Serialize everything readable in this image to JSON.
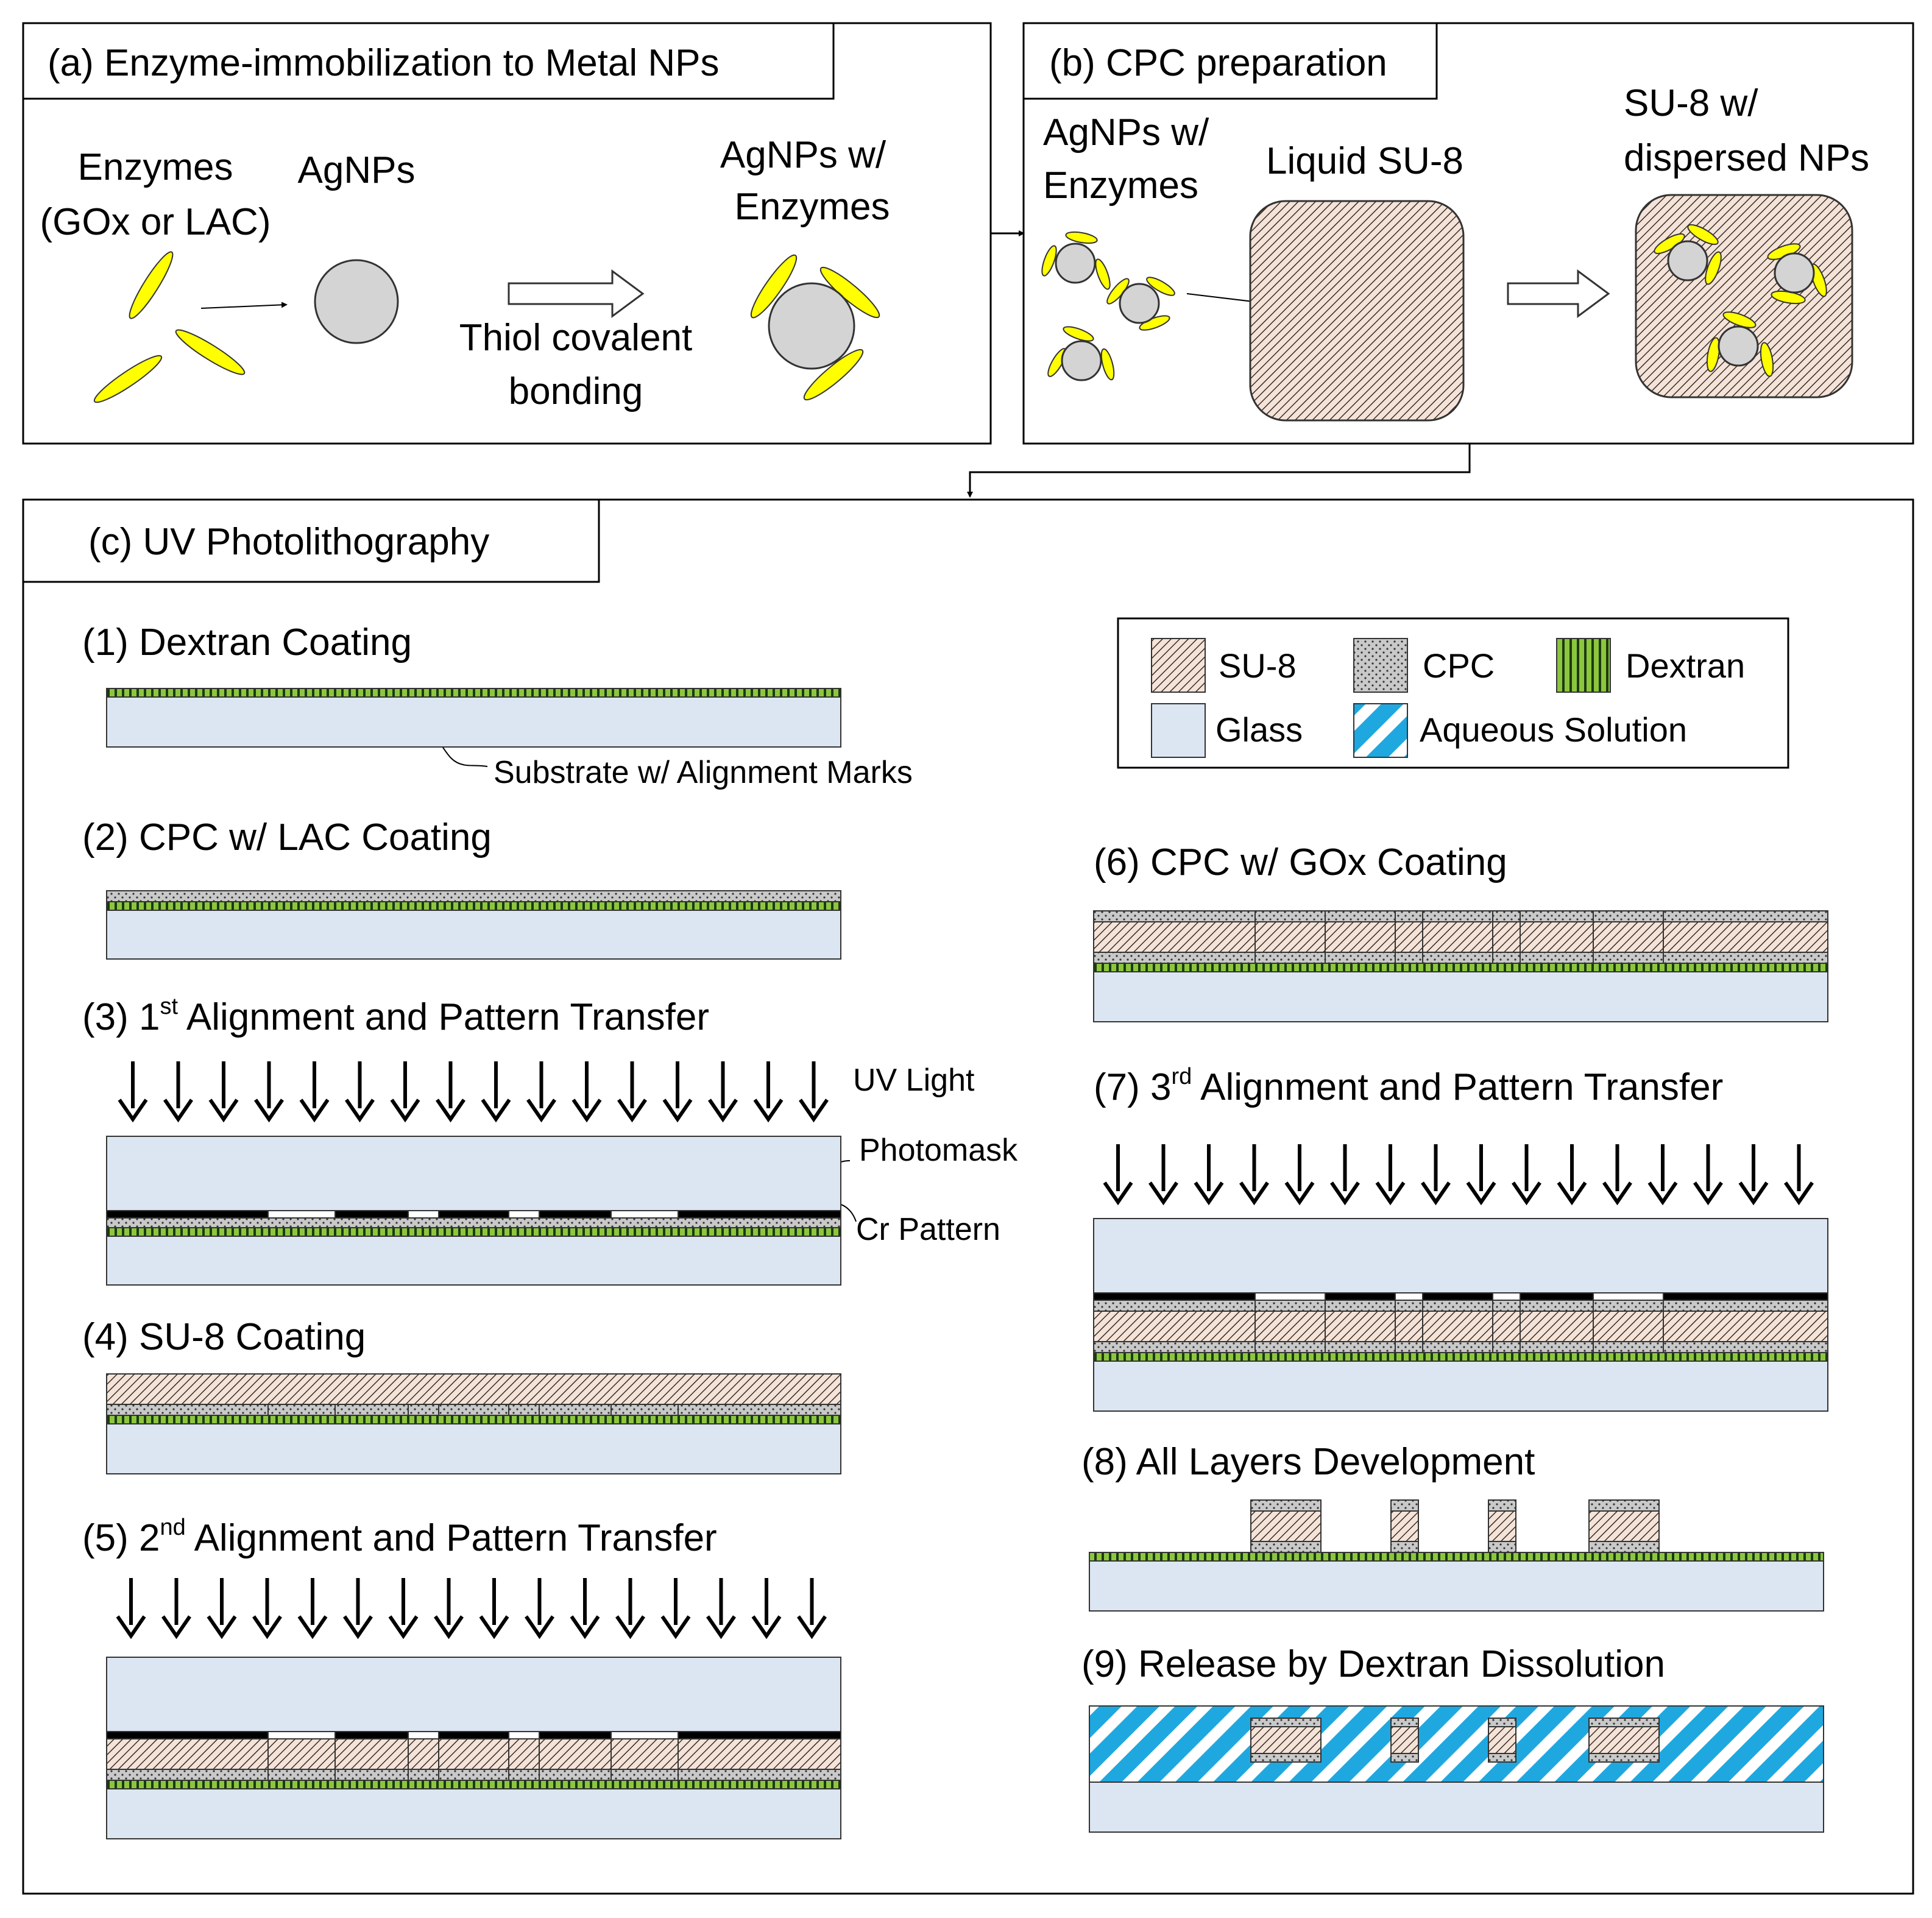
{
  "panel_a": {
    "title": "(a) Enzyme-immobilization to Metal NPs",
    "enzymes_label_1": "Enzymes",
    "enzymes_label_2": "(GOx or LAC)",
    "agnps_label": "AgNPs",
    "process_label_1": "Thiol covalent",
    "process_label_2": "bonding",
    "result_label_1": "AgNPs w/",
    "result_label_2": "Enzymes"
  },
  "panel_b": {
    "title": "(b) CPC preparation",
    "agnps_label_1": "AgNPs w/",
    "agnps_label_2": "Enzymes",
    "su8_label": "Liquid SU-8",
    "result_label_1": "SU-8 w/",
    "result_label_2": "dispersed NPs"
  },
  "panel_c": {
    "title": "(c) UV Photolithography",
    "legend": {
      "su8": "SU-8",
      "cpc": "CPC",
      "dextran": "Dextran",
      "glass": "Glass",
      "aqueous": "Aqueous Solution"
    },
    "steps": {
      "s1": "(1) Dextran Coating",
      "s2": "(2) CPC w/ LAC Coating",
      "s3_pre": "(3) 1",
      "s3_sup": "st",
      "s3_post": " Alignment and Pattern Transfer",
      "s4": "(4) SU-8 Coating",
      "s5_pre": "(5) 2",
      "s5_sup": "nd",
      "s5_post": " Alignment and Pattern Transfer",
      "s6": "(6) CPC w/ GOx Coating",
      "s7_pre": "(7) 3",
      "s7_sup": "rd",
      "s7_post": " Alignment and Pattern Transfer",
      "s8": "(8) All Layers Development",
      "s9": "(9) Release by Dextran Dissolution"
    },
    "annotations": {
      "substrate": "Substrate w/ Alignment Marks",
      "uv_light": "UV Light",
      "photomask": "Photomask",
      "cr_pattern": "Cr Pattern"
    }
  },
  "colors": {
    "glass": "#dce6f2",
    "dextran": "#8cc63f",
    "enzyme": "#ffff00",
    "particle": "#d4d4d4",
    "aqueous": "#1fa8e0",
    "cr": "#000000"
  }
}
